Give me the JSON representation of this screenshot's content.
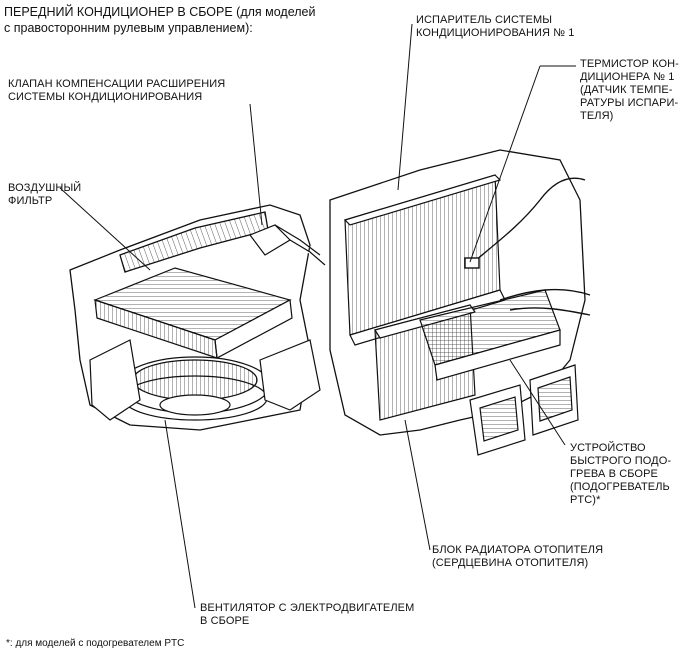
{
  "title": "ПЕРЕДНИЙ КОНДИЦИОНЕР В СБОРЕ (для моделей\nс правосторонним рулевым управлением):",
  "labels": {
    "evaporator": "ИСПАРИТЕЛЬ СИСТЕМЫ\nКОНДИЦИОНИРОВАНИЯ № 1",
    "expansion_valve": "КЛАПАН КОМПЕНСАЦИИ РАСШИРЕНИЯ\nСИСТЕМЫ КОНДИЦИОНИРОВАНИЯ",
    "thermistor": "ТЕРМИСТОР КОН-\nДИЦИОНЕРА № 1\n(ДАТЧИК ТЕМПЕ-\nРАТУРЫ ИСПАРИ-\nТЕЛЯ)",
    "air_filter": "ВОЗДУШНЫЙ\nФИЛЬТР",
    "ptc_heater": "УСТРОЙСТВО\nБЫСТРОГО ПОДО-\nГРЕВА В СБОРЕ\n(ПОДОГРЕВАТЕЛЬ\nPTC)*",
    "heater_core": "БЛОК РАДИАТОРА ОТОПИТЕЛЯ\n(СЕРДЦЕВИНА ОТОПИТЕЛЯ)",
    "blower": "ВЕНТИЛЯТОР С ЭЛЕКТРОДВИГАТЕЛЕМ\nВ СБОРЕ"
  },
  "footnote": "*: для моделей с подогревателем PTC"
}
